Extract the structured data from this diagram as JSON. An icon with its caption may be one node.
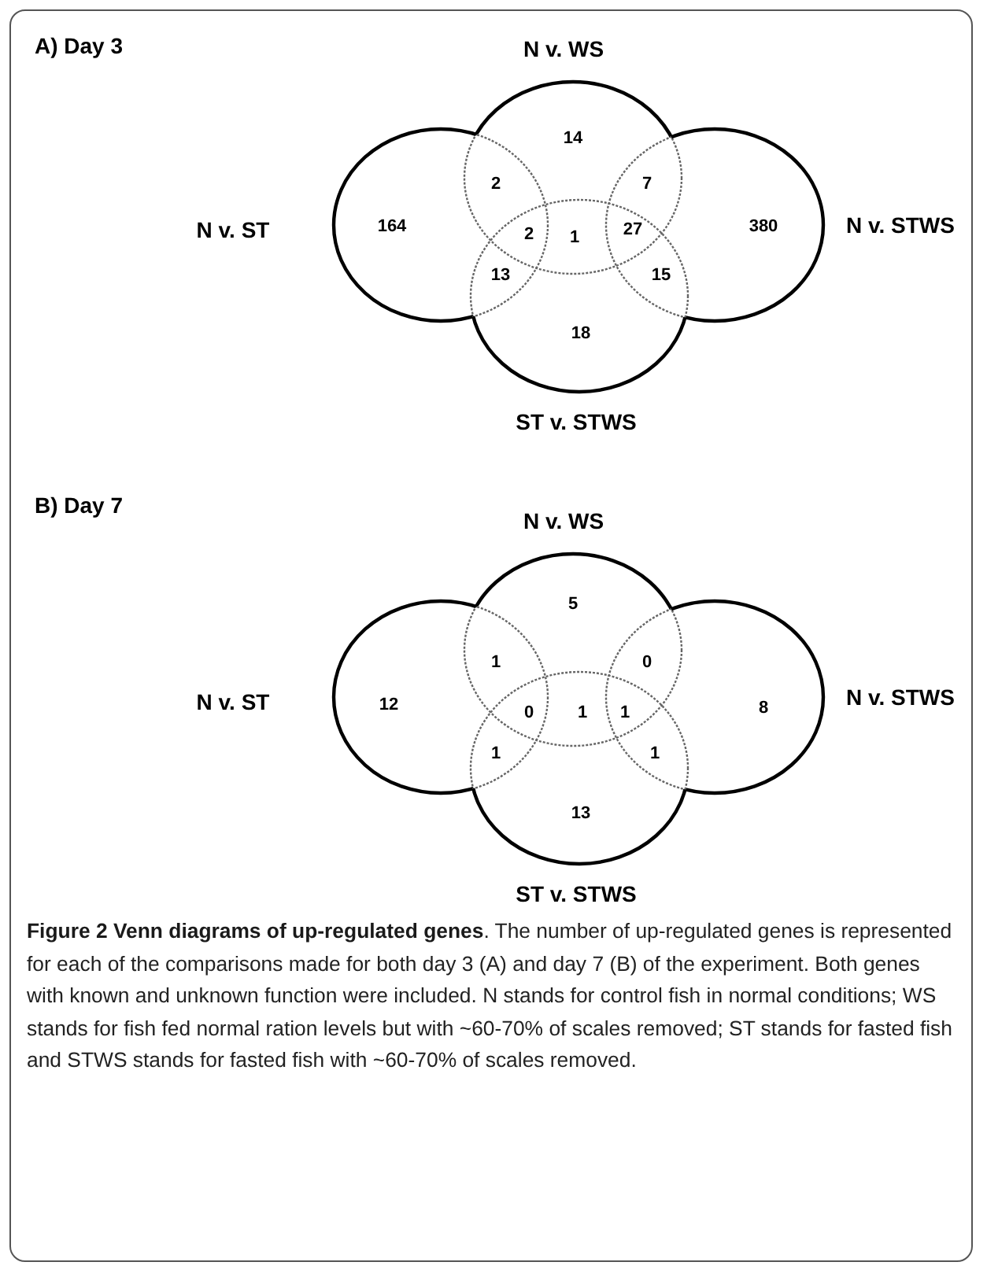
{
  "diagram": {
    "caption": "**Figure 2 Venn diagrams of up-regulated genes**. The number of up-regulated genes is represented for each of the comparisons made for both day 3 (A) and day 7 (B) of the experiment. Both genes with known and unknown function were included. N stands for control fish in normal conditions; WS stands for fish fed normal ration levels but with ~60-70% of scales removed; ST stands for fasted fish and STWS stands for fasted fish with ~60-70% of scales removed.",
    "nodes": [
      {
        "text": [
          "N v. WS"
        ]
      },
      {
        "text": [
          "N v. ST"
        ]
      },
      {
        "text": [
          "N v. STWS"
        ]
      },
      {
        "text": [
          "ST v. STWS"
        ]
      },
      {
        "text": [
          "N v. WS"
        ]
      },
      {
        "text": [
          "N v. ST"
        ]
      },
      {
        "text": [
          "N v. STWS"
        ]
      },
      {
        "text": [
          "ST v. STWS"
        ]
      }
    ],
    "edges": [],
    "labels": [
      "A) Day 3",
      "14",
      "2",
      "7",
      "164",
      "2",
      "1",
      "27",
      "380",
      "13",
      "15",
      "18",
      "B) Day 7",
      "5",
      "1",
      "0",
      "12",
      "0",
      "1",
      "1",
      "8",
      "1",
      "1",
      "13"
    ]
  }
}
